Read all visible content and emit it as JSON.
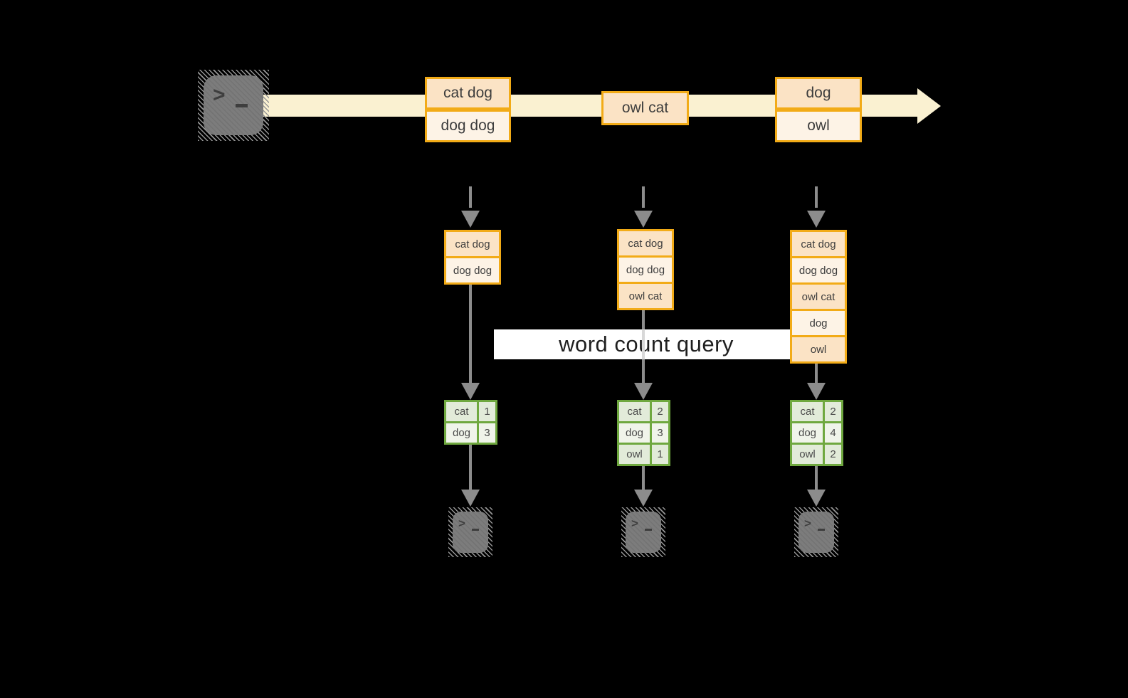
{
  "icons": {
    "source_terminal": "terminal-icon",
    "sink_terminal": "terminal-icon",
    "prompt_glyph": ">"
  },
  "stream": {
    "batches": [
      {
        "rows": [
          "cat dog",
          "dog dog"
        ]
      },
      {
        "rows": [
          "owl cat"
        ]
      },
      {
        "rows": [
          "dog",
          "owl"
        ]
      }
    ]
  },
  "query_banner": {
    "label": "word count query"
  },
  "workers": [
    {
      "input_rows": [
        "cat dog",
        "dog dog"
      ],
      "counts": [
        {
          "word": "cat",
          "count": "1"
        },
        {
          "word": "dog",
          "count": "3"
        }
      ]
    },
    {
      "input_rows": [
        "cat dog",
        "dog dog",
        "owl cat"
      ],
      "counts": [
        {
          "word": "cat",
          "count": "2"
        },
        {
          "word": "dog",
          "count": "3"
        },
        {
          "word": "owl",
          "count": "1"
        }
      ]
    },
    {
      "input_rows": [
        "cat dog",
        "dog dog",
        "owl cat",
        "dog",
        "owl"
      ],
      "counts": [
        {
          "word": "cat",
          "count": "2"
        },
        {
          "word": "dog",
          "count": "4"
        },
        {
          "word": "owl",
          "count": "2"
        }
      ]
    }
  ],
  "colors": {
    "background": "#000000",
    "stream_arrow": "#FAF1D1",
    "record_border": "#F2AB17",
    "record_fill_dark": "#FBE3C5",
    "record_fill_light": "#FDF3E6",
    "table_border": "#6FA83F",
    "table_fill_dark": "#E2EBD9",
    "table_fill_light": "#F0F4EA",
    "connector_gray": "#8C8C8C",
    "banner_bg": "#FFFFFF"
  }
}
